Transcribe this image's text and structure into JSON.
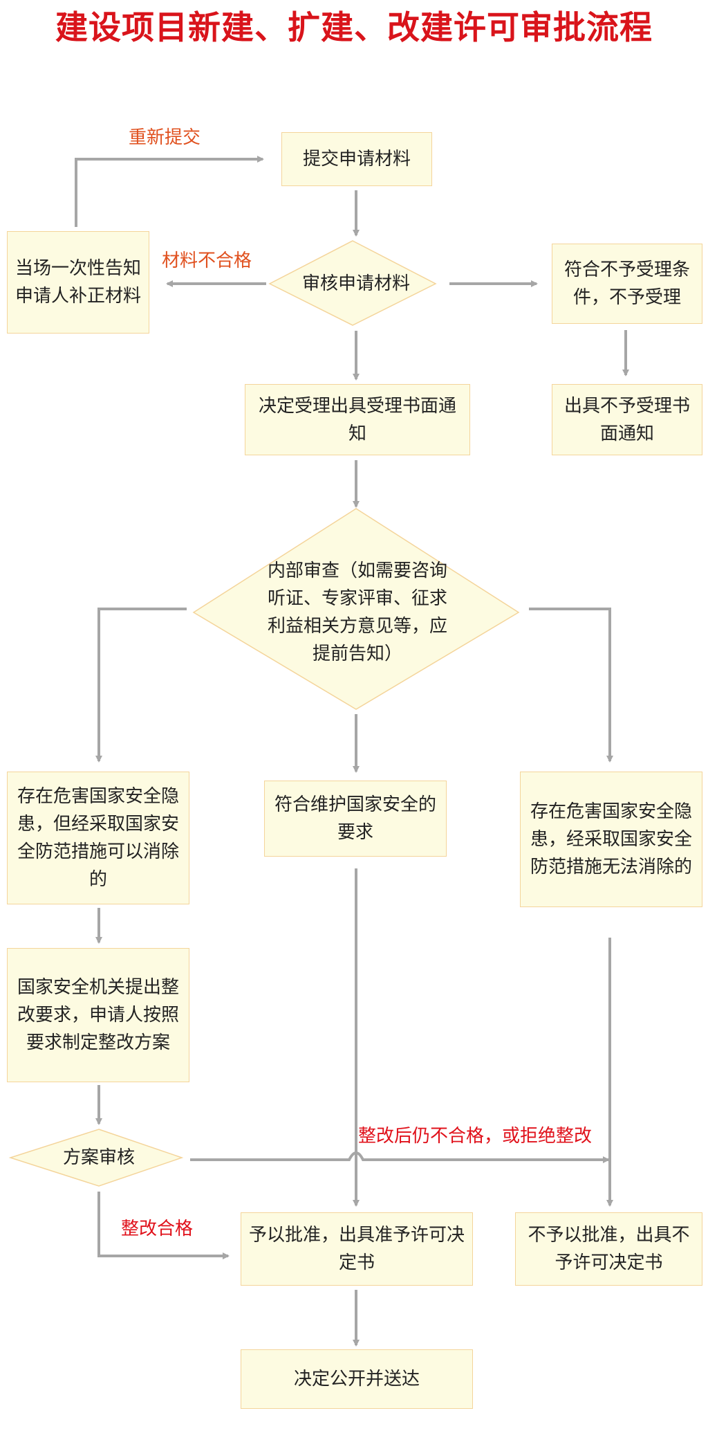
{
  "title": "建设项目新建、扩建、改建许可审批流程",
  "nodes": {
    "submit": "提交申请材料",
    "review": "审核申请材料",
    "notify_supplement": "当场一次性告知申请人补正材料",
    "not_accept_condition": "符合不予受理条件，不予受理",
    "not_accept_notice": "出具不予受理书面通知",
    "accept_notice": "决定受理出具受理书面通知",
    "internal_review": "内部审查（如需要咨询听证、专家评审、征求利益相关方意见等，应提前告知）",
    "risk_removable": "存在危害国家安全隐患，但经采取国家安全防范措施可以消除的",
    "meets_requirements": "符合维护国家安全的要求",
    "risk_not_removable": "存在危害国家安全隐患，经采取国家安全防范措施无法消除的",
    "rectification_request": "国家安全机关提出整改要求，申请人按照要求制定整改方案",
    "plan_review": "方案审核",
    "approve": "予以批准，出具准予许可决定书",
    "reject": "不予以批准，出具不予许可决定书",
    "publish": "决定公开并送达"
  },
  "labels": {
    "resubmit": "重新提交",
    "materials_invalid": "材料不合格",
    "rectify_failed": "整改后仍不合格，或拒绝整改",
    "rectify_ok": "整改合格"
  },
  "colors": {
    "title": "#d9141b",
    "box_fill": "#fdfbe1",
    "box_border": "#f4d49a",
    "arrow": "#a6a6a6",
    "label_orange": "#e0501e",
    "label_red": "#e0101a"
  }
}
